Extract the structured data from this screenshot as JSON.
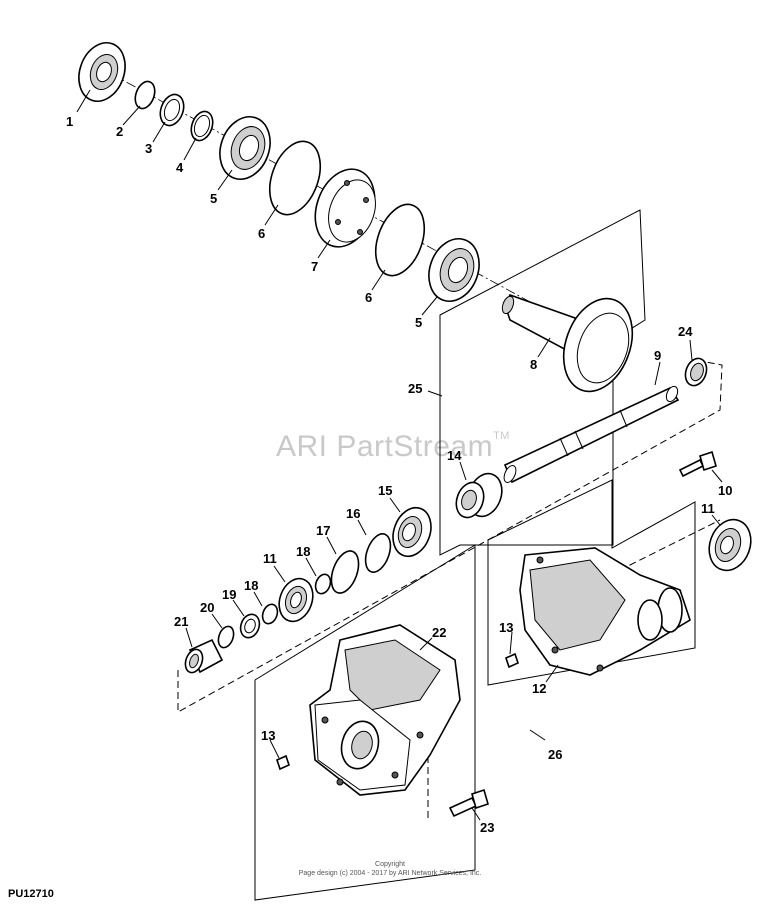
{
  "diagram": {
    "watermark": "ARI PartStream",
    "watermark_tm": "TM",
    "copyright_line1": "Copyright",
    "copyright_line2": "Page design (c) 2004 - 2017 by ARI Network Services, Inc.",
    "part_code": "PU12710",
    "callouts": {
      "c1": "1",
      "c2": "2",
      "c3": "3",
      "c4": "4",
      "c5a": "5",
      "c6a": "6",
      "c7": "7",
      "c6b": "6",
      "c5b": "5",
      "c8": "8",
      "c9": "9",
      "c24": "24",
      "c25": "25",
      "c14": "14",
      "c10": "10",
      "c15": "15",
      "c16": "16",
      "c17": "17",
      "c11a": "11",
      "c11b": "11",
      "c18a": "18",
      "c18b": "18",
      "c19": "19",
      "c20": "20",
      "c21": "21",
      "c22": "22",
      "c13a": "13",
      "c13b": "13",
      "c12": "12",
      "c26": "26",
      "c23": "23"
    }
  }
}
